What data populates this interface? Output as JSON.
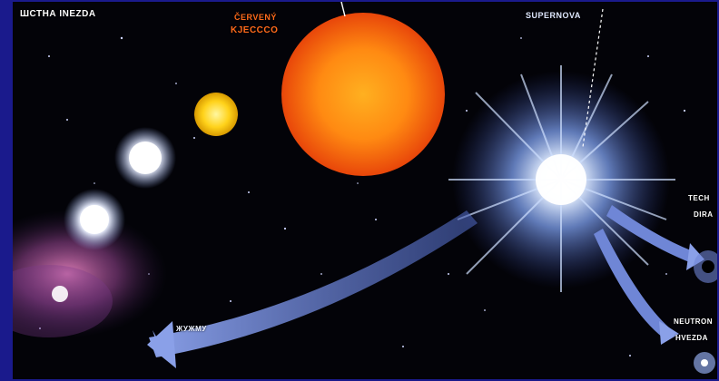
{
  "labels": {
    "a": "ШСТНА INEZDA",
    "b1": "ČERVENÝ",
    "b2": "KJECCCO",
    "c": "SUPERNOVA",
    "d1": "ТЕСН",
    "d2": "DIRA",
    "e": "ЖУЖМУ",
    "f1": "NEUTRON",
    "f2": "HVEZDA"
  },
  "colors": {
    "frame": "#1a1a8c",
    "space": "#030308",
    "red_giant": "#ff7a10",
    "sun": "#ffd21a",
    "supernova": "#bcd4ff",
    "arrow": "#6f86d6"
  }
}
